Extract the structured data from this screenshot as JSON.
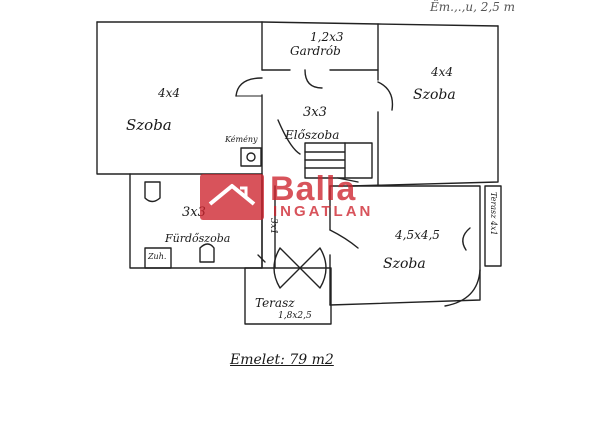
{
  "header_scribble": "Ёт.,.,и, 2,5 т",
  "rooms": {
    "garderob": {
      "size": "1,2x3",
      "name": "Gardrób"
    },
    "szoba_left": {
      "size": "4x4",
      "name": "Szoba"
    },
    "szoba_right": {
      "size": "4x4",
      "name": "Szoba"
    },
    "eloszoba": {
      "size": "3x3",
      "name": "Előszoba"
    },
    "kemeny": {
      "name": "Kémény"
    },
    "furdoszoba": {
      "size": "3x3",
      "name": "Fürdőszoba"
    },
    "zuh": {
      "name": "Zuh."
    },
    "szoba_big": {
      "size": "4,5x4,5",
      "name": "Szoba"
    },
    "terasz_small": {
      "name": "Terasz",
      "size": "1,8x2,5"
    },
    "terasz_side": {
      "name": "Terasz 4x1"
    },
    "hall_dim": {
      "size": "3x1"
    }
  },
  "floor_label": "Emelet: 79 m2",
  "watermark": {
    "line1": "Balla",
    "line2": "INGATLAN",
    "color": "#cd232d"
  }
}
